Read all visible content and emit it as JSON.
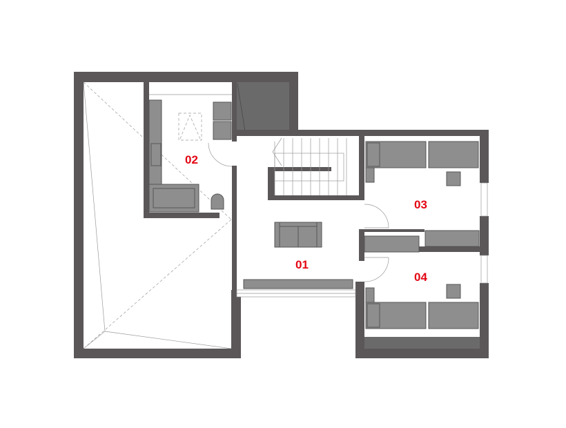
{
  "plan": {
    "rooms": [
      {
        "id": "01",
        "label": "01"
      },
      {
        "id": "02",
        "label": "02"
      },
      {
        "id": "03",
        "label": "03"
      },
      {
        "id": "04",
        "label": "04"
      }
    ],
    "colors": {
      "label": "#e30613",
      "wall": "#5b5758",
      "furniture": "#8f8e8f"
    }
  }
}
